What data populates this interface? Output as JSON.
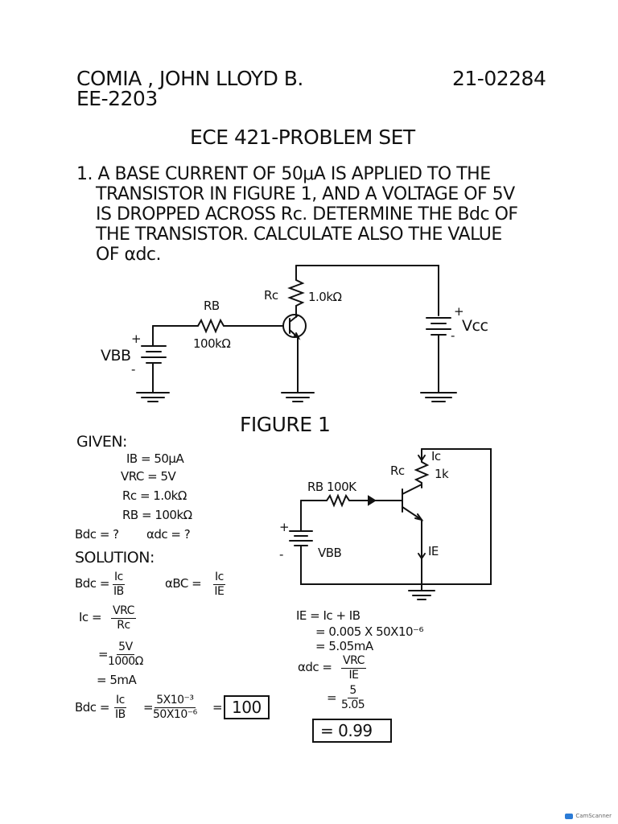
{
  "header": {
    "name": "COMIA , JOHN LLOYD B.",
    "section": "EE-2203",
    "student_no": "21-02284",
    "title": "ECE 421-PROBLEM SET"
  },
  "problem": {
    "lines": [
      "1. A BASE CURRENT OF 50μA IS APPLIED TO THE",
      "TRANSISTOR IN FIGURE 1, AND A VOLTAGE OF 5V",
      "IS DROPPED ACROSS Rc. DETERMINE THE Bdc OF",
      "THE TRANSISTOR. CALCULATE ALSO THE VALUE",
      "OF αdc."
    ]
  },
  "figure1": {
    "rc_label": "Rc",
    "rc_value": "1.0kΩ",
    "rb_label": "RB",
    "rb_value": "100kΩ",
    "vbb_label": "VBB",
    "vcc_label": "Vcc",
    "plus": "+",
    "minus": "-",
    "caption": "FIGURE 1"
  },
  "given": {
    "heading": "GIVEN:",
    "items": [
      "IB = 50μA",
      "VRC = 5V",
      "Rc = 1.0kΩ",
      "RB = 100kΩ",
      "Bdc = ?",
      "αdc = ?"
    ]
  },
  "figure2": {
    "ic_label": "Ic",
    "rc_label": "Rc",
    "rc_value": "1k",
    "rb_label": "RB 100K",
    "vbb_label": "VBB",
    "ie_label": "IE"
  },
  "solution": {
    "heading": "SOLUTION:",
    "bdc_lhs": "Bdc =",
    "bdc_num": "Ic",
    "bdc_den": "IB",
    "abc_lhs": "αBC =",
    "abc_num": "Ic",
    "abc_den": "IE",
    "ic_lhs": "Ic =",
    "ic_num": "VRC",
    "ic_den": "Rc",
    "eq1": "=",
    "ic_num2": "5V",
    "ic_den2": "1000Ω",
    "ic_result": "= 5mA",
    "bdc2_lhs": "Bdc =",
    "bdc2_num": "Ic",
    "bdc2_den": "IB",
    "eq2": "=",
    "bdc2_num2": "5X10⁻³",
    "bdc2_den2": "50X10⁻⁶",
    "eq3": "=",
    "bdc_answer": "100",
    "ie_formula": "IE = Ic + IB",
    "ie_step1": "= 0.005 X 50X10⁻⁶",
    "ie_step2": "= 5.05mA",
    "adc_lhs": "αdc =",
    "adc_num": "VRC",
    "adc_den": "IE",
    "eq4": "=",
    "adc_num2": "5",
    "adc_den2": "5.05",
    "adc_answer": "= 0.99"
  },
  "watermark": "CamScanner"
}
